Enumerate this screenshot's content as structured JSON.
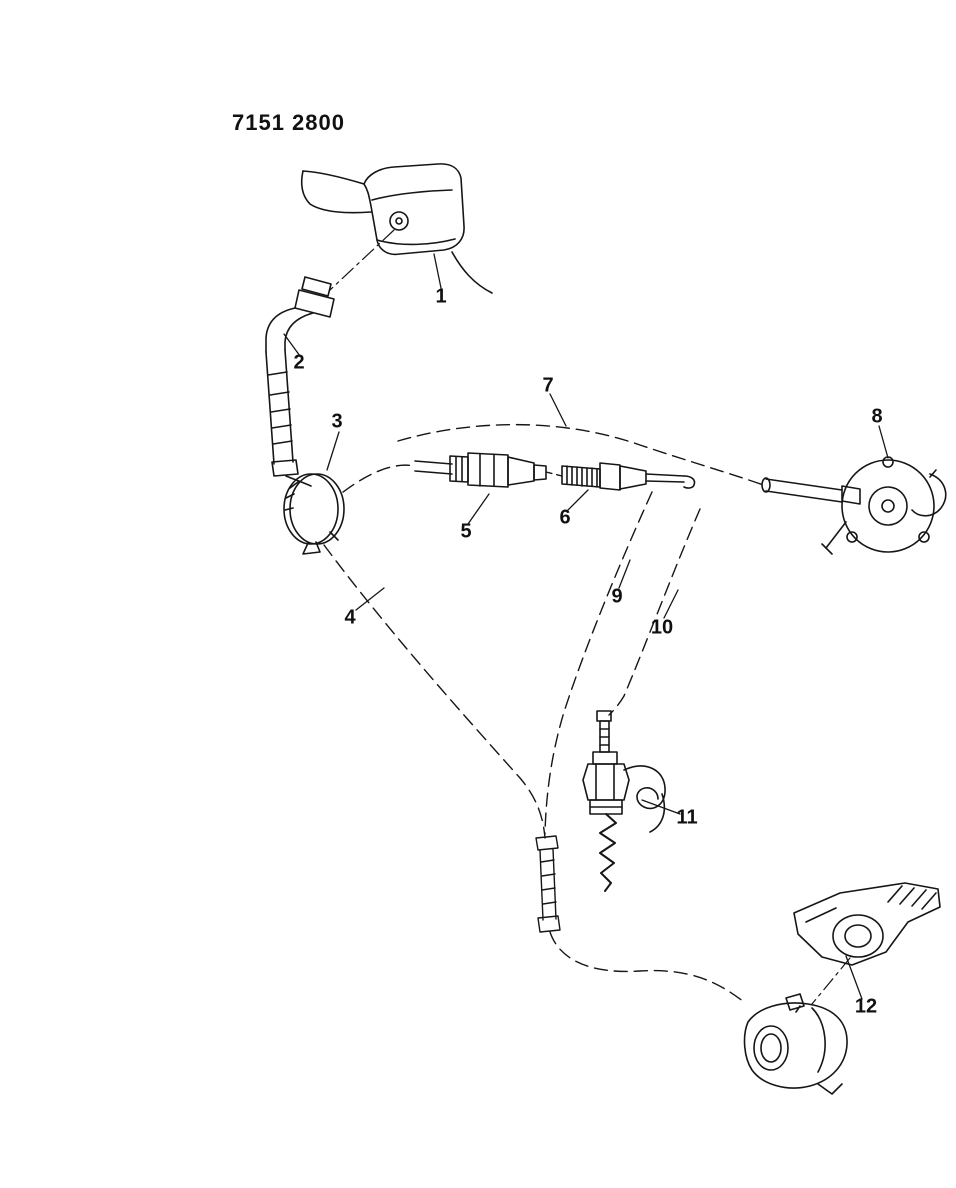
{
  "page": {
    "drawing_code": "7151 2800",
    "ink_color": "#161616",
    "paper_color": "#ffffff"
  },
  "callouts": [
    {
      "label": "1"
    },
    {
      "label": "2"
    },
    {
      "label": "3"
    },
    {
      "label": "4"
    },
    {
      "label": "5"
    },
    {
      "label": "6"
    },
    {
      "label": "7"
    },
    {
      "label": "8"
    },
    {
      "label": "9"
    },
    {
      "label": "10"
    },
    {
      "label": "11"
    },
    {
      "label": "12"
    }
  ]
}
